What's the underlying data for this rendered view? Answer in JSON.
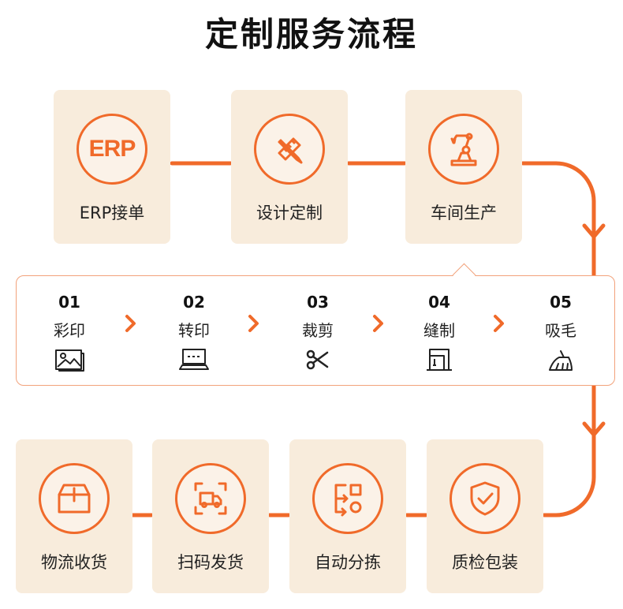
{
  "title": "定制服务流程",
  "colors": {
    "accent": "#f06a2a",
    "card_bg": "#f8ecdc",
    "panel_border": "#f2a27b",
    "text": "#222222"
  },
  "top_row": [
    {
      "label": "ERP接单",
      "icon": "erp-icon",
      "icon_text": "ERP"
    },
    {
      "label": "设计定制",
      "icon": "pencil-ruler-icon"
    },
    {
      "label": "车间生产",
      "icon": "robot-arm-icon"
    }
  ],
  "production_steps": [
    {
      "num": "01",
      "name": "彩印",
      "icon": "image-icon"
    },
    {
      "num": "02",
      "name": "转印",
      "icon": "monitor-icon"
    },
    {
      "num": "03",
      "name": "裁剪",
      "icon": "scissors-icon"
    },
    {
      "num": "04",
      "name": "缝制",
      "icon": "sewing-machine-icon"
    },
    {
      "num": "05",
      "name": "吸毛",
      "icon": "brush-icon"
    }
  ],
  "bottom_row": [
    {
      "label": "物流收货",
      "icon": "box-icon"
    },
    {
      "label": "扫码发货",
      "icon": "scan-truck-icon"
    },
    {
      "label": "自动分拣",
      "icon": "sorting-icon"
    },
    {
      "label": "质检包装",
      "icon": "shield-check-icon"
    }
  ]
}
